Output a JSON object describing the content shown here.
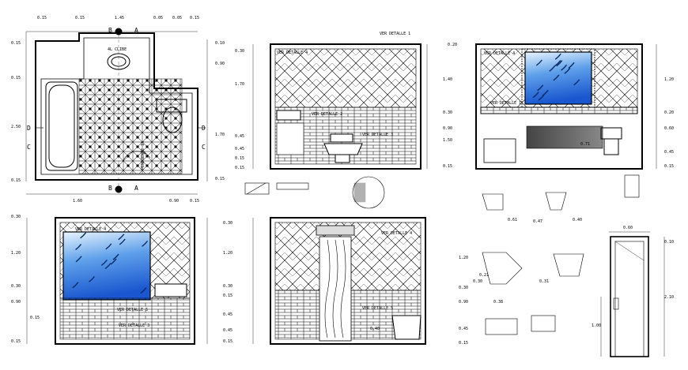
{
  "colors": {
    "line": "#000000",
    "glass_top": "#cfe6fb",
    "glass_bottom": "#1f63d8",
    "fixture": "#555555"
  },
  "section_marks": {
    "b": "B",
    "a": "A",
    "d": "D",
    "c": "C"
  },
  "notes": {
    "detalle4": "VER DETALLE 4",
    "detalle1": "VER DETALLE 1",
    "detalle2": "VER DETALLE 2",
    "detalle3": "VER DETALLE 3",
    "detalle5": "VER DETALLE 5",
    "lavabo": "4L CLIBE",
    "pendiente": "PENDIENTE 1%",
    "mueble": "0.71"
  },
  "dims": {
    "plan_top": [
      "0.15",
      "0.15",
      "1.45",
      "0.05",
      "0.05",
      "0.15"
    ],
    "plan_bottom": [
      "1.60",
      "0.90",
      "0.15"
    ],
    "plan_left": [
      "0.15",
      "0.15",
      "2.50",
      "0.15"
    ],
    "plan_right": [
      "0.10",
      "0.90",
      "1.70",
      "0.15"
    ],
    "elevA": [
      "0.30",
      "1.70",
      "0.45",
      "0.45",
      "0.15",
      "0.15"
    ],
    "elevB_left": [
      "0.20",
      "1.40",
      "0.30",
      "0.90",
      "1.50",
      "0.15"
    ],
    "elevB_right": [
      "1.20",
      "0.20",
      "0.60",
      "0.45",
      "0.15"
    ],
    "elevC_left": [
      "0.30",
      "1.20",
      "0.30",
      "0.90",
      "0.15",
      "0.15"
    ],
    "elevC_right": [
      "0.30",
      "1.20",
      "0.30",
      "0.15",
      "0.45",
      "0.45",
      "0.15"
    ],
    "elevD_left": [
      "1.20",
      "0.30",
      "0.90",
      "0.45",
      "0.15"
    ],
    "fixtures": [
      "0.61",
      "0.47",
      "0.40",
      "0.30",
      "0.21",
      "0.31",
      "0.38",
      "0.40"
    ],
    "door": [
      "0.60",
      "0.10",
      "2.10",
      "1.00"
    ]
  }
}
